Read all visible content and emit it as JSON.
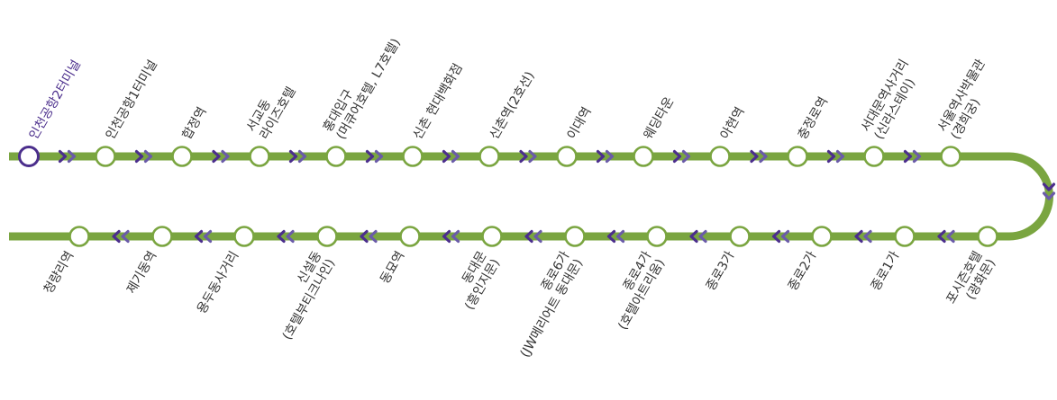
{
  "colors": {
    "line": "#7aa540",
    "station_fill": "#ffffff",
    "station_stroke": "#7aa540",
    "origin_stroke": "#4b2e8c",
    "origin_label": "#4b2e8c",
    "label": "#333333",
    "arrow_dark": "#4b2e8c",
    "arrow_light": "#6a5ba8"
  },
  "direction_icon": "double-chevron-icon",
  "outbound_stops": [
    {
      "id": "s01",
      "lines": [
        "인천공항2터미널"
      ],
      "origin": true
    },
    {
      "id": "s02",
      "lines": [
        "인천공항1터미널"
      ]
    },
    {
      "id": "s03",
      "lines": [
        "합정역"
      ]
    },
    {
      "id": "s04",
      "lines": [
        "서교동",
        "라이즈호텔"
      ]
    },
    {
      "id": "s05",
      "lines": [
        "홍대입구",
        "(머큐어호텔, L7호텔)"
      ]
    },
    {
      "id": "s06",
      "lines": [
        "신촌 현대백화점"
      ]
    },
    {
      "id": "s07",
      "lines": [
        "신촌역(2호선)"
      ]
    },
    {
      "id": "s08",
      "lines": [
        "이대역"
      ]
    },
    {
      "id": "s09",
      "lines": [
        "웨딩타운"
      ]
    },
    {
      "id": "s10",
      "lines": [
        "아현역"
      ]
    },
    {
      "id": "s11",
      "lines": [
        "충정로역"
      ]
    },
    {
      "id": "s12",
      "lines": [
        "서대문역사거리",
        "(신라스테이)"
      ]
    },
    {
      "id": "s13",
      "lines": [
        "서울역사박물관",
        "(경희궁)"
      ]
    }
  ],
  "return_stops": [
    {
      "id": "r01",
      "lines": [
        "청량리역"
      ]
    },
    {
      "id": "r02",
      "lines": [
        "제기동역"
      ]
    },
    {
      "id": "r03",
      "lines": [
        "용두동사거리"
      ]
    },
    {
      "id": "r04",
      "lines": [
        "신설동",
        "(호텔부티크나인)"
      ]
    },
    {
      "id": "r05",
      "lines": [
        "동묘역"
      ]
    },
    {
      "id": "r06",
      "lines": [
        "동대문",
        "(흥인지문)"
      ]
    },
    {
      "id": "r07",
      "lines": [
        "종로6가",
        "(JW메리어트 동대문)"
      ]
    },
    {
      "id": "r08",
      "lines": [
        "종로4가",
        "(호텔아트리움)"
      ]
    },
    {
      "id": "r09",
      "lines": [
        "종로3가"
      ]
    },
    {
      "id": "r10",
      "lines": [
        "종로2가"
      ]
    },
    {
      "id": "r11",
      "lines": [
        "종로1가"
      ]
    },
    {
      "id": "r12",
      "lines": [
        "포시즌호텔",
        "(광화문)"
      ]
    }
  ]
}
